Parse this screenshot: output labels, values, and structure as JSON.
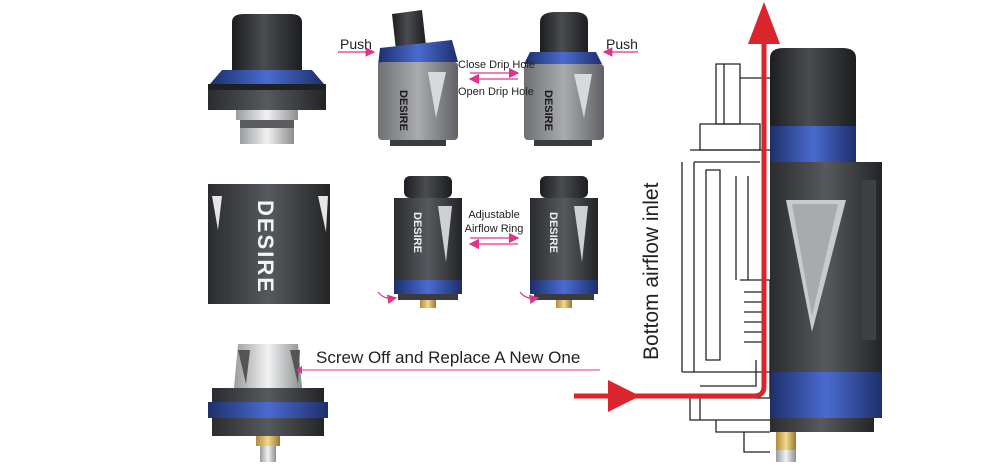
{
  "labels": {
    "push_left": "Push",
    "push_right": "Push",
    "close_drip_hole": "Close Drip Hole",
    "open_drip_hole": "Open Drip Hole",
    "adjustable_airflow_line1": "Adjustable",
    "adjustable_airflow_line2": "Airflow Ring",
    "screw_off": "Screw Off  and Replace A New One",
    "bottom_airflow_inlet": "Bottom  airflow inlet"
  },
  "brand_mark": "DESIRE",
  "colors": {
    "accent_blue": "#2e4fa8",
    "body_dark": "#2b2d30",
    "body_gray": "#8a8c8f",
    "arrow_red": "#d9252b",
    "pointer_pink": "#e0338a"
  }
}
